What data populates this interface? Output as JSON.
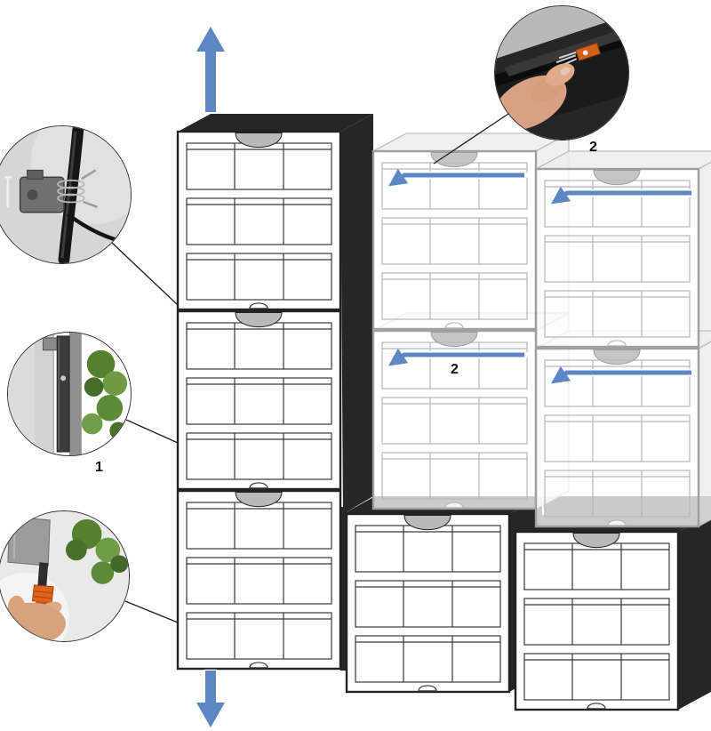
{
  "labels": {
    "side_profile": "1",
    "connector_top": "2",
    "connector_mid": "2"
  },
  "colors": {
    "arrow_blue": "#5d86c4",
    "module_dark": "#262626",
    "outline": "#222222",
    "ghost_gray": "#a8a8a8",
    "scallop_gray": "#b9b9b9",
    "background": "#ffffff",
    "accent_orange": "#d2601a",
    "foliage_green": "#5d8a38"
  },
  "callouts": [
    {
      "name": "irrigation-tube-clamp-photo"
    },
    {
      "name": "wall-side-profile-photo"
    },
    {
      "name": "hose-quick-connector-photo"
    },
    {
      "name": "drip-connector-install-photo"
    }
  ],
  "arrows": {
    "top": "water-flow-up-arrow",
    "bottom": "water-drain-down-arrow",
    "row1": [
      "water-flow-left-arrow",
      "water-flow-left-arrow"
    ],
    "row2": [
      "water-flow-left-arrow",
      "water-flow-left-arrow"
    ]
  }
}
